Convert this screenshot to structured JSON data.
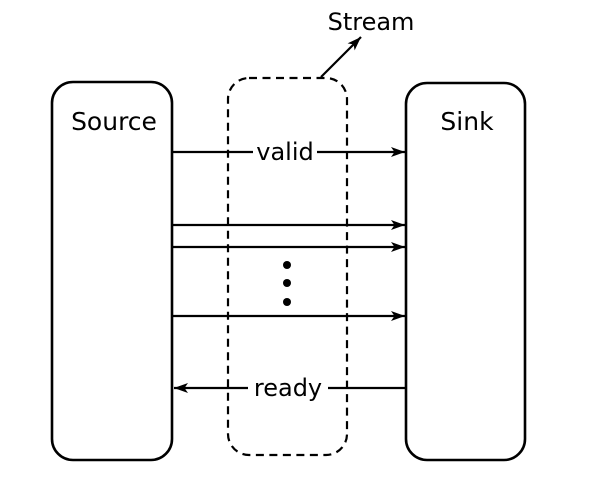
{
  "diagram": {
    "colors": {
      "background": "#ffffff",
      "line": "#000000",
      "text": "#000000"
    },
    "nodes": {
      "source": {
        "label": "Source"
      },
      "sink": {
        "label": "Sink"
      }
    },
    "stream": {
      "label": "Stream"
    },
    "signals": {
      "valid": {
        "label": "valid",
        "direction": "source-to-sink"
      },
      "ready": {
        "label": "ready",
        "direction": "sink-to-source"
      }
    },
    "unlabeled_wire_count": 3
  }
}
